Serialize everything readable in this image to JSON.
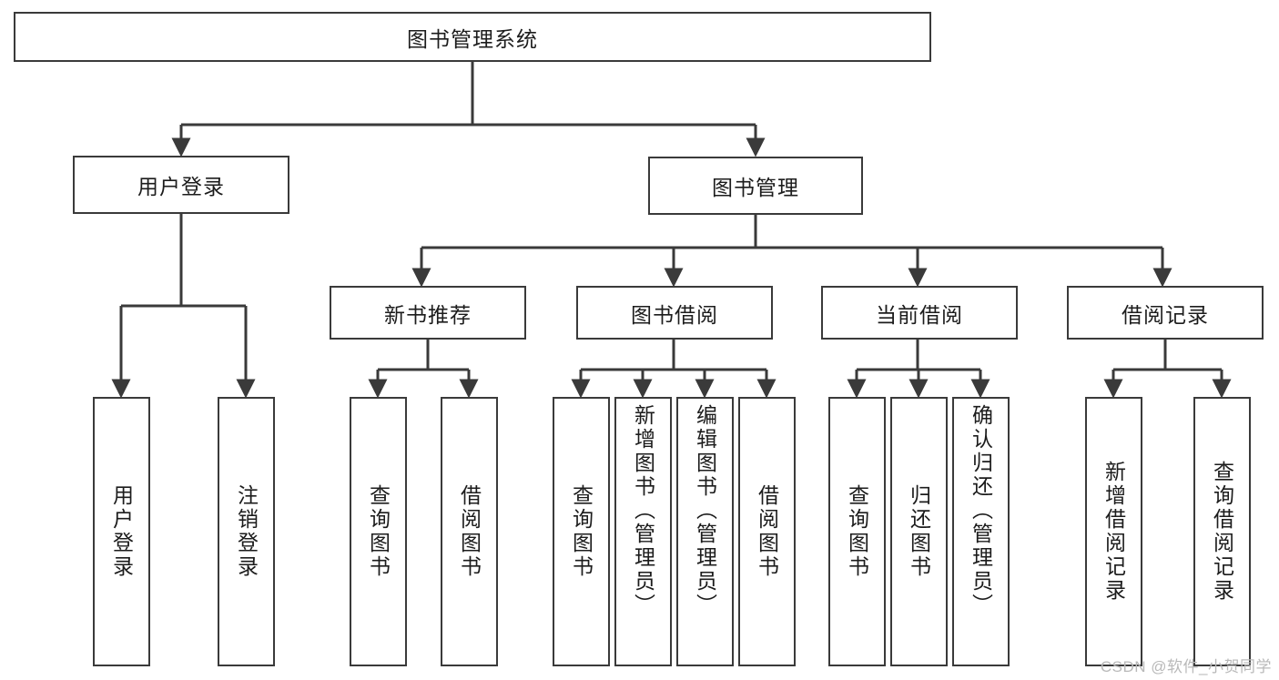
{
  "diagram": {
    "type": "tree-hierarchy",
    "root": {
      "id": "root",
      "label": "图书管理系统",
      "orientation": "horizontal"
    },
    "level2": [
      {
        "id": "user-login",
        "label": "用户登录",
        "orientation": "horizontal"
      },
      {
        "id": "book-manage",
        "label": "图书管理",
        "orientation": "horizontal"
      }
    ],
    "level3": [
      {
        "id": "new-book-rec",
        "label": "新书推荐",
        "parent": "book-manage",
        "orientation": "horizontal"
      },
      {
        "id": "book-borrow",
        "label": "图书借阅",
        "parent": "book-manage",
        "orientation": "horizontal"
      },
      {
        "id": "current-borrow",
        "label": "当前借阅",
        "parent": "book-manage",
        "orientation": "horizontal"
      },
      {
        "id": "borrow-record",
        "label": "借阅记录",
        "parent": "book-manage",
        "orientation": "horizontal"
      }
    ],
    "leaves": [
      {
        "id": "leaf-user-login",
        "label": "用户登录",
        "parent": "user-login",
        "centered": true
      },
      {
        "id": "leaf-logout",
        "label": "注销登录",
        "parent": "user-login",
        "centered": true
      },
      {
        "id": "leaf-query-book-1",
        "label": "查询图书",
        "parent": "new-book-rec",
        "centered": true
      },
      {
        "id": "leaf-borrow-book-1",
        "label": "借阅图书",
        "parent": "new-book-rec",
        "centered": true
      },
      {
        "id": "leaf-query-book-2",
        "label": "查询图书",
        "parent": "book-borrow",
        "centered": true
      },
      {
        "id": "leaf-add-book",
        "label": "新增图书（管理员）",
        "parent": "book-borrow",
        "centered": false
      },
      {
        "id": "leaf-edit-book",
        "label": "编辑图书（管理员）",
        "parent": "book-borrow",
        "centered": false
      },
      {
        "id": "leaf-borrow-book-2",
        "label": "借阅图书",
        "parent": "book-borrow",
        "centered": true
      },
      {
        "id": "leaf-query-book-3",
        "label": "查询图书",
        "parent": "current-borrow",
        "centered": true
      },
      {
        "id": "leaf-return-book",
        "label": "归还图书",
        "parent": "current-borrow",
        "centered": true
      },
      {
        "id": "leaf-confirm-return",
        "label": "确认归还（管理员）",
        "parent": "current-borrow",
        "centered": false
      },
      {
        "id": "leaf-add-record",
        "label": "新增借阅记录",
        "parent": "borrow-record",
        "centered": true
      },
      {
        "id": "leaf-query-record",
        "label": "查询借阅记录",
        "parent": "borrow-record",
        "centered": true
      }
    ],
    "watermark": "CSDN @软件_小贺同学",
    "colors": {
      "stroke": "#3a3a3a",
      "fill": "#ffffff",
      "text": "#1c1c1c",
      "watermark": "#b9b9b9"
    }
  }
}
